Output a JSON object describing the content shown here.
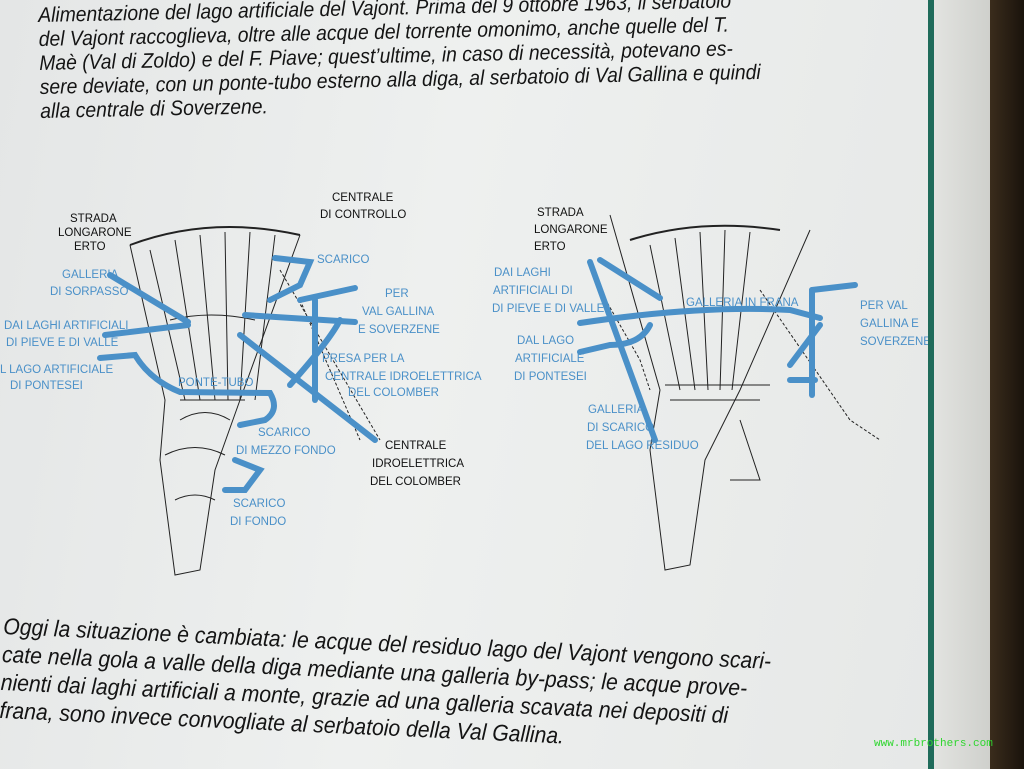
{
  "top_text": {
    "lines": [
      "Alimentazione del lago artificiale del Vajont. Prima del 9 ottobre 1963, il serbatoio",
      "del Vajont raccoglieva, oltre alle acque del torrente omonimo, anche quelle del T.",
      "Maè (Val di Zoldo) e del F. Piave; quest’ultime, in caso di necessità, potevano es-",
      "sere deviate, con un ponte-tubo esterno alla diga, al serbatoio di Val Gallina e quindi",
      "alla centrale di Soverzene."
    ]
  },
  "diagram_left": {
    "labels_black": [
      "STRADA",
      "LONGARONE",
      "ERTO",
      "CENTRALE",
      "DI CONTROLLO",
      "CENTRALE",
      "IDROELETTRICA",
      "DEL COLOMBER"
    ],
    "labels_blue": [
      "GALLERIA",
      "DI SORPASSO",
      "DAI LAGHI ARTIFICIALI",
      "DI PIEVE E DI VALLE",
      "L LAGO ARTIFICIALE",
      "DI PONTESEI",
      "SCARICO",
      "PER",
      "VAL GALLINA",
      "E SOVERZENE",
      "PRESA PER LA",
      "CENTRALE IDROELETTRICA",
      "DEL COLOMBER",
      "PONTE-TUBO",
      "SCARICO",
      "DI MEZZO FONDO",
      "SCARICO",
      "DI FONDO"
    ]
  },
  "diagram_right": {
    "labels_black": [
      "STRADA",
      "LONGARONE",
      "ERTO"
    ],
    "labels_blue": [
      "DAI LAGHI",
      "ARTIFICIALI DI",
      "DI PIEVE E DI VALLE",
      "DAL LAGO",
      "ARTIFICIALE",
      "DI PONTESEI",
      "GALLERIA IN FRANA",
      "PER VAL",
      "GALLINA E",
      "SOVERZENE",
      "GALLERIA",
      "DI SCARICO",
      "DEL LAGO RESIDUO"
    ]
  },
  "bottom_text": {
    "lines": [
      "Oggi la situazione è cambiata: le acque del residuo lago del Vajont vengono scari-",
      "cate nella gola a valle della diga mediante una galleria by-pass; le acque prove-",
      "nienti dai laghi artificiali a monte, grazie ad una galleria scavata nei depositi di",
      "frana, sono invece convogliate al serbatoio della Val Gallina."
    ]
  },
  "watermark": "www.mrbrothers.com",
  "colors": {
    "panel": "#eceeed",
    "diagram_blue": "#4a90c8",
    "frame_edge": "#1f6b5a",
    "watermark": "#2fd62f"
  }
}
